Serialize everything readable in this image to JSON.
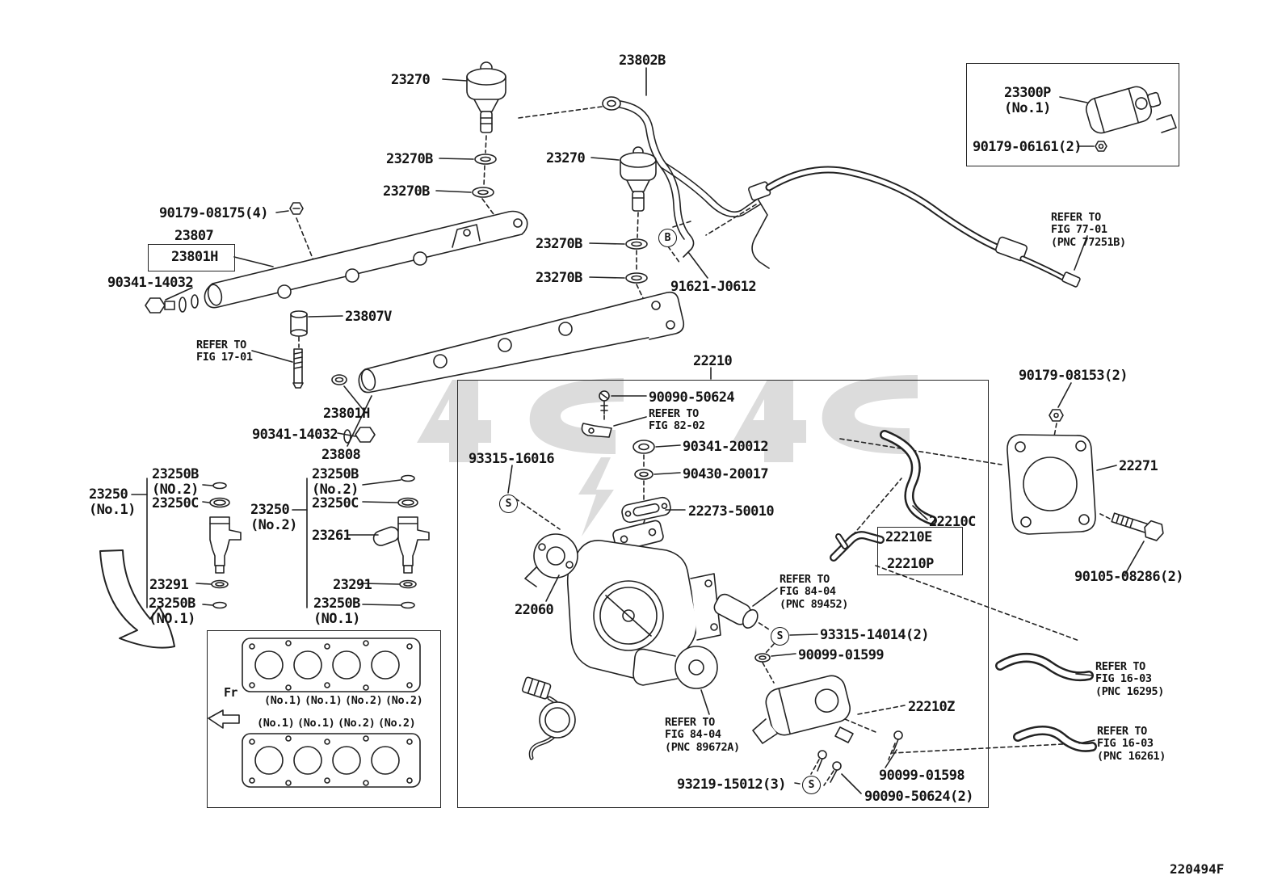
{
  "diagram_code": "220494F",
  "symbols": {
    "b": "B",
    "s": "S"
  },
  "labels": {
    "p23270_top": "23270",
    "p23802b": "23802B",
    "p23300p": "23300P\n(No.1)",
    "p90179_06161": "90179-06161(2)",
    "p23270b_1": "23270B",
    "p23270_mid": "23270",
    "p23270b_2": "23270B",
    "p90179_08175": "90179-08175(4)",
    "p23807": "23807",
    "p23801h_top": "23801H",
    "p90341_14032_top": "90341-14032",
    "p23270b_3": "23270B",
    "p23270b_4": "23270B",
    "p91621_j0612": "91621-J0612",
    "refer_77_01": "REFER TO\nFIG 77-01\n(PNC 77251B)",
    "p23807v": "23807V",
    "refer_17_01": "REFER TO\nFIG 17-01",
    "p22210": "22210",
    "p90179_08153": "90179-08153(2)",
    "p90090_50624": "90090-50624",
    "p23801h_bottom": "23801H",
    "refer_82_02": "REFER TO\nFIG 82-02",
    "p90341_14032_bottom": "90341-14032",
    "p90341_20012": "90341-20012",
    "p23808": "23808",
    "p93315_16016": "93315-16016",
    "p90430_20017": "90430-20017",
    "p23250b_l_top": "23250B\n(NO.2)",
    "p23250_no1": "23250\n(No.1)",
    "p23250c_l": "23250C",
    "p23250b_r_top": "23250B\n(No.2)",
    "p23250c_r": "23250C",
    "p23250_no2": "23250\n(No.2)",
    "p22273_50010": "22273-50010",
    "p22271": "22271",
    "p23261": "23261",
    "p22210c": "22210C",
    "p22210e": "22210E",
    "p22210p": "22210P",
    "p90105_08286": "90105-08286(2)",
    "p23291_l": "23291",
    "p23291_r": "23291",
    "p23250b_l_bot": "23250B\n(NO.1)",
    "p23250b_r_bot": "23250B\n(NO.1)",
    "p22060": "22060",
    "refer_84_04_a": "REFER TO\nFIG 84-04\n(PNC 89452)",
    "p93315_14014": "93315-14014(2)",
    "p90099_01599": "90099-01599",
    "refer_16_03_a": "REFER TO\nFIG 16-03\n(PNC 16295)",
    "p22210z": "22210Z",
    "refer_84_04_b": "REFER TO\nFIG 84-04\n(PNC 89672A)",
    "refer_16_03_b": "REFER TO\nFIG 16-03\n(PNC 16261)",
    "p90099_01598": "90099-01598",
    "p93219_15012": "93219-15012(3)",
    "p90090_50624_2": "90090-50624(2)",
    "fr": "Fr"
  },
  "gasket_rows": {
    "row1": [
      "(No.1)",
      "(No.1)",
      "(No.2)",
      "(No.2)"
    ],
    "row2": [
      "(No.1)",
      "(No.1)",
      "(No.2)",
      "(No.2)"
    ]
  }
}
